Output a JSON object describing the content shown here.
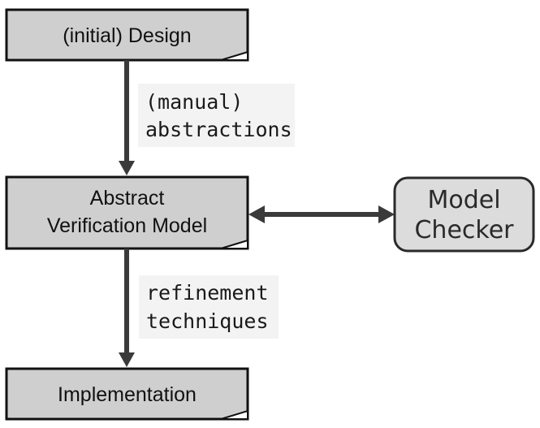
{
  "boxes": {
    "initial_design": {
      "label": "(initial) Design"
    },
    "abstract_model": {
      "line1": "Abstract",
      "line2": "Verification Model"
    },
    "implementation": {
      "label": "Implementation"
    }
  },
  "model_checker": {
    "line1": "Model",
    "line2": "Checker"
  },
  "edges": {
    "abstractions": {
      "line1": "(manual)",
      "line2": "abstractions"
    },
    "refinement": {
      "line1": "refinement",
      "line2": "techniques"
    }
  },
  "colors": {
    "box_fill": "#cfcfcf",
    "border": "#111111",
    "arrow": "#3a3a3a",
    "label_bg": "#f3f3f3"
  }
}
